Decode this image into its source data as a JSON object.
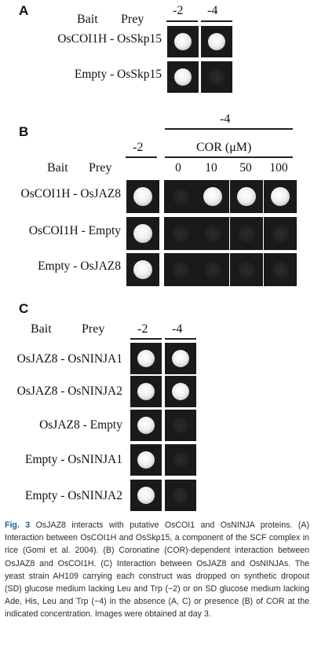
{
  "panelA": {
    "letter": "A",
    "bait_header": "Bait",
    "prey_header": "Prey",
    "columns": [
      "-2",
      "-4"
    ],
    "rows": [
      {
        "label": "OsCOI1H - OsSkp15",
        "growth": [
          1,
          1
        ]
      },
      {
        "label": "Empty - OsSkp15",
        "growth": [
          1,
          0
        ]
      }
    ]
  },
  "panelB": {
    "letter": "B",
    "bait_header": "Bait",
    "prey_header": "Prey",
    "group_header": "-4",
    "col_minus2": "-2",
    "cor_header": "COR (μM)",
    "concentrations": [
      "0",
      "10",
      "50",
      "100"
    ],
    "rows": [
      {
        "label": "OsCOI1H - OsJAZ8",
        "growth": [
          1,
          0,
          1,
          1,
          1
        ]
      },
      {
        "label": "OsCOI1H - Empty",
        "growth": [
          1,
          0,
          0,
          0,
          0
        ]
      },
      {
        "label": "Empty - OsJAZ8",
        "growth": [
          1,
          0,
          0,
          0,
          0
        ]
      }
    ]
  },
  "panelC": {
    "letter": "C",
    "bait_header": "Bait",
    "prey_header": "Prey",
    "columns": [
      "-2",
      "-4"
    ],
    "rows": [
      {
        "label": "OsJAZ8 - OsNINJA1",
        "growth": [
          1,
          1
        ]
      },
      {
        "label": "OsJAZ8 - OsNINJA2",
        "growth": [
          1,
          1
        ]
      },
      {
        "label": "OsJAZ8 - Empty",
        "growth": [
          1,
          0
        ]
      },
      {
        "label": "Empty - OsNINJA1",
        "growth": [
          1,
          0
        ]
      },
      {
        "label": "Empty - OsNINJA2",
        "growth": [
          1,
          0
        ]
      }
    ]
  },
  "caption": {
    "label": "Fig. 3",
    "text": " OsJAZ8 interacts with putative OsCOI1 and OsNINJA proteins. (A) Interaction between OsCOI1H and OsSkp15, a component of the SCF complex in rice (Gomi et al. 2004). (B) Coronatine (COR)-dependent interaction between OsJAZ8 and OsCOI1H. (C) Interaction between OsJAZ8 and OsNINJAs. The yeast strain AH109 carrying each construct was dropped on synthetic dropout (SD) glucose medium lacking Leu and Trp (−2) or on SD glucose medium lacking Ade, His, Leu and Trp (−4) in the absence (A, C) or presence (B) of COR at the indicated concentration. Images were obtained at day 3."
  }
}
